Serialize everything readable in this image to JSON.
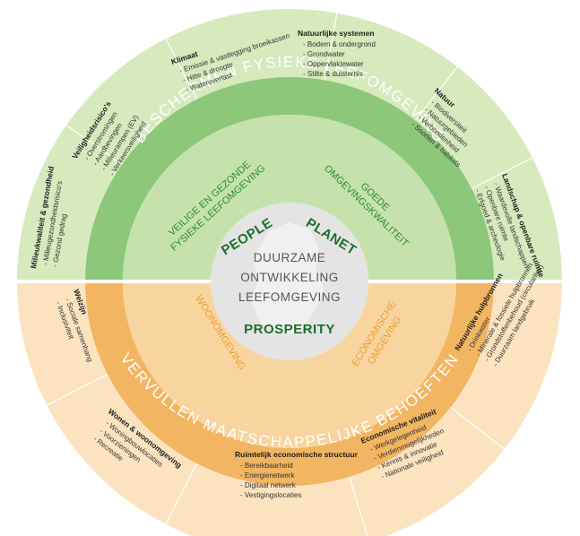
{
  "colors": {
    "green_outer": "#d6eabd",
    "green_ring": "#8cc77a",
    "green_inner": "#c5e2ad",
    "orange_outer": "#fbe3c0",
    "orange_ring": "#f2b561",
    "orange_inner": "#f8d49f",
    "core": "#e4e4e4",
    "divider": "#ffffff"
  },
  "ring_titles": {
    "top": "BESCHERMEN FYSIEKE LEEFOMGEVING",
    "bottom": "VERVULLEN MAATSCHAPPELIJKE BEHOEFTEN"
  },
  "middle_labels": {
    "top_left": [
      "VEILIGE EN GEZONDE",
      "FYSIEKE LEEFOMGEVING"
    ],
    "top_right": [
      "GOEDE",
      "OMGEVINGSKWALITEIT"
    ],
    "bottom_left": "WOONOMGEVING",
    "bottom_right": [
      "ECONOMISCHE",
      "OMGEVING"
    ]
  },
  "core": {
    "lines": [
      "DUURZAME",
      "ONTWIKKELING",
      "LEEFOMGEVING"
    ],
    "people": "PEOPLE",
    "planet": "PLANET",
    "prosperity": "PROSPERITY"
  },
  "sectors": [
    {
      "title": "Milieukwaliteit & gezondheid",
      "items": [
        "Milieugezondheidsrisico's",
        "Gezond gedrag"
      ]
    },
    {
      "title": "Veiligheidsrisico's",
      "items": [
        "Overstromingen",
        "Aardbevingen",
        "Milieurampen (EV)",
        "Verkeersveiligheid"
      ]
    },
    {
      "title": "Klimaat",
      "items": [
        "Emissie & vastlegging broeikassen",
        "Hitte & droogte",
        "Wateroverlast"
      ]
    },
    {
      "title": "Natuurlijke systemen",
      "items": [
        "Bodem & ondergrond",
        "Grondwater",
        "Oppervlaktewater",
        "Stilte & duisternis"
      ]
    },
    {
      "title": "Natuur",
      "items": [
        "Biodiversiteit",
        "Natuurgebieden",
        "Verbondenheid",
        "Soorten & habitats"
      ]
    },
    {
      "title": "Landschap & openbare ruimte",
      "items": [
        "Waardevolle landschappen",
        "Openbare ruimte",
        "Erfgoed & archeologie"
      ]
    },
    {
      "title": "Welzijn",
      "items": [
        "Sociale samenhang",
        "Inclusiviteit"
      ]
    },
    {
      "title": "Wonen & woonomgeving",
      "items": [
        "Woningbouwlocaties",
        "Voorzieningen",
        "Recreatie"
      ]
    },
    {
      "title": "Ruimtelijk economische structuur",
      "items": [
        "Bereikbaarheid",
        "Energienetwerk",
        "Digitaal netwerk",
        "Vestigingslocaties"
      ]
    },
    {
      "title": "Economische vitaliteit",
      "items": [
        "Werkgelegenheid",
        "Verdienmogelijkheden",
        "Kennis & innovatie",
        "Nationale veiligheid"
      ]
    },
    {
      "title": "Natuurlijke hulpbronnen",
      "items": [
        "Drinkwater",
        "Minerale & fossiele hulpbronnen",
        "Grondstoffenbehoud (circulariteit)",
        "Duurzaam landgebruik"
      ]
    }
  ]
}
